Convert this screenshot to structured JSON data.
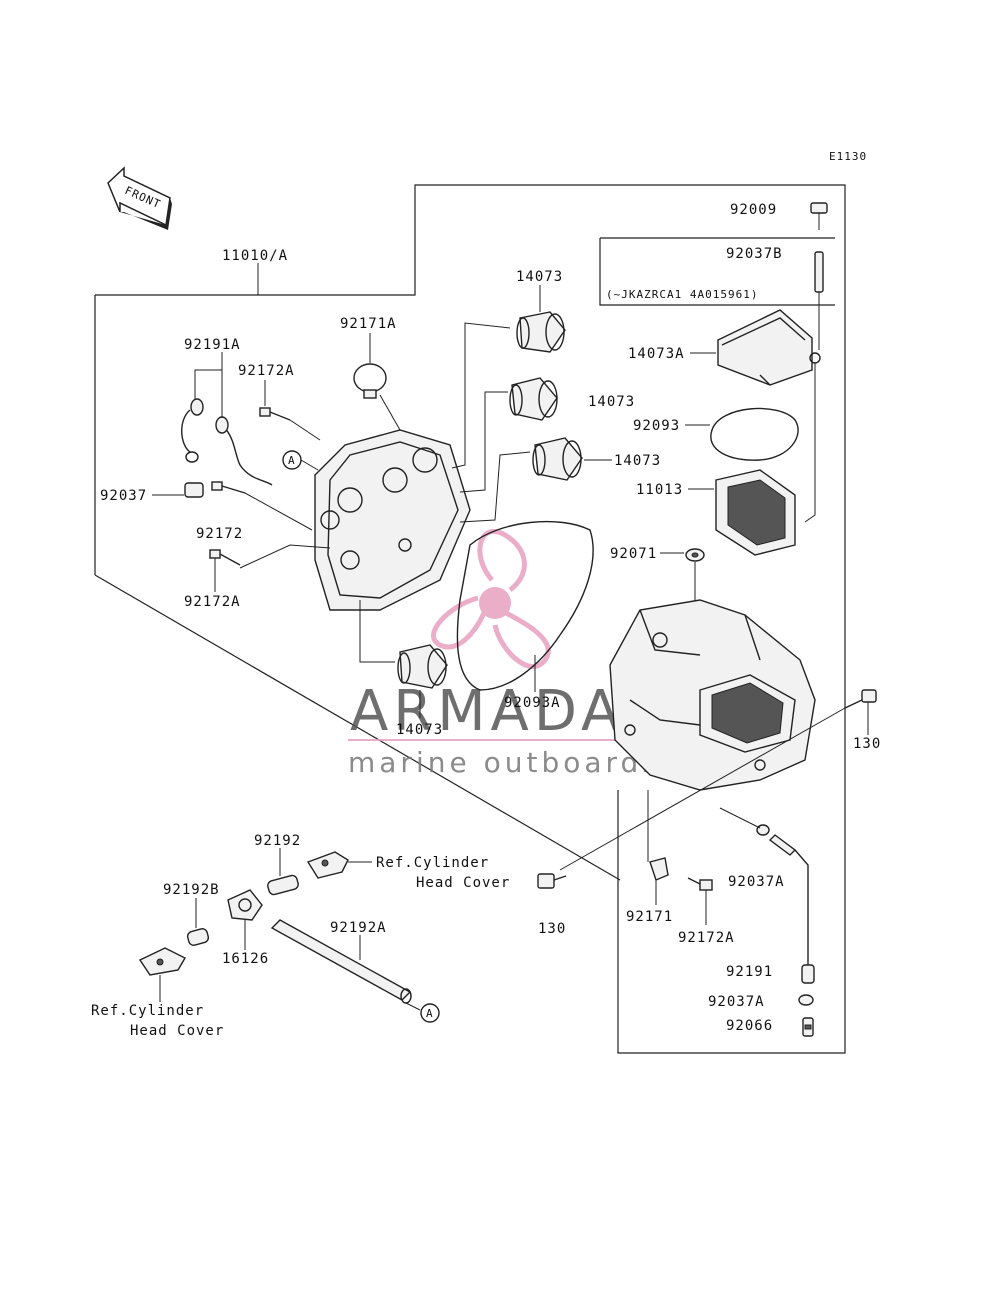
{
  "diagram_code": "E1130",
  "front_arrow_text": "FRONT",
  "callout_marker": "A",
  "note_range": "(~JKAZRCA1 4A015961)",
  "labels": {
    "p11010A": "11010/A",
    "p14073_top": "14073",
    "p92171A": "92171A",
    "p92191A": "92191A",
    "p92172A_top": "92172A",
    "p14073_mid": "14073",
    "p14073_low": "14073",
    "p92037": "92037",
    "p92172": "92172",
    "p92172A_left": "92172A",
    "p92009": "92009",
    "p92037B": "92037B",
    "p14073A": "14073A",
    "p92093": "92093",
    "p11013": "11013",
    "p92071": "92071",
    "p92093A": "92093A",
    "p14073_bottom": "14073",
    "p130_right": "130",
    "p92192": "92192",
    "p92192B": "92192B",
    "p16126": "16126",
    "p92192A": "92192A",
    "p130_bottom": "130",
    "p92171": "92171",
    "p92172A_bottom": "92172A",
    "p92037A_a": "92037A",
    "p92191": "92191",
    "p92037A_b": "92037A",
    "p92066": "92066"
  },
  "refs": {
    "right_line1": "Ref.Cylinder",
    "right_line2": "Head Cover",
    "left_line1": "Ref.Cylinder",
    "left_line2": "Head Cover"
  },
  "watermark": {
    "title": "ARMADA",
    "subtitle": "marine outboards"
  },
  "colors": {
    "watermark_pink": "#e8a0bf",
    "ink": "#222222"
  }
}
